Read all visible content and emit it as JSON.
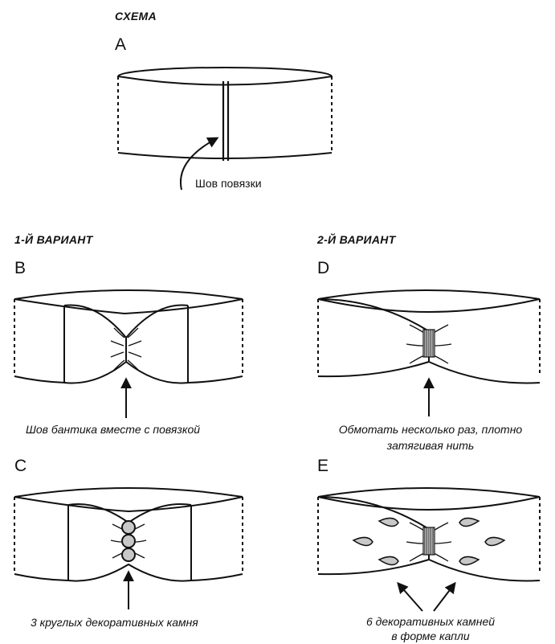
{
  "section_scheme": "СХЕМА",
  "variant1": "1-Й ВАРИАНТ",
  "variant2": "2-Й ВАРИАНТ",
  "panels": {
    "a": "A",
    "b": "B",
    "c": "C",
    "d": "D",
    "e": "E"
  },
  "captions": {
    "a": "Шов повязки",
    "b": "Шов бантика вместе с повязкой",
    "c": "3 круглых декоративных камня",
    "d_line1": "Обмотать несколько раз, плотно",
    "d_line2": "затягивая нить",
    "e_line1": "6 декоративных камней",
    "e_line2": "в форме капли"
  },
  "colors": {
    "ink": "#111111",
    "stone_fill": "#c8c8c8",
    "background": "#ffffff"
  }
}
